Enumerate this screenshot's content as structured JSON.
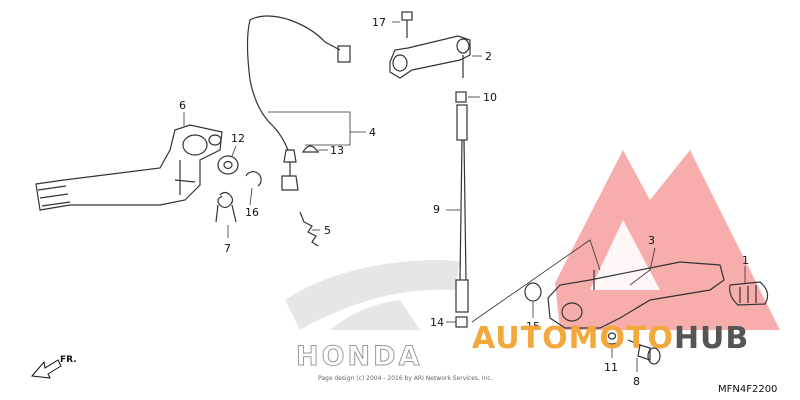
{
  "diagram": {
    "callouts": [
      {
        "id": "c1",
        "text": "1"
      },
      {
        "id": "c2",
        "text": "2"
      },
      {
        "id": "c3",
        "text": "3"
      },
      {
        "id": "c4",
        "text": "4"
      },
      {
        "id": "c5",
        "text": "5"
      },
      {
        "id": "c6",
        "text": "6"
      },
      {
        "id": "c7",
        "text": "7"
      },
      {
        "id": "c8",
        "text": "8"
      },
      {
        "id": "c9",
        "text": "9"
      },
      {
        "id": "c10",
        "text": "10"
      },
      {
        "id": "c11",
        "text": "11"
      },
      {
        "id": "c12",
        "text": "12"
      },
      {
        "id": "c13",
        "text": "13"
      },
      {
        "id": "c14",
        "text": "14"
      },
      {
        "id": "c15",
        "text": "15"
      },
      {
        "id": "c16",
        "text": "16"
      },
      {
        "id": "c17",
        "text": "17"
      }
    ],
    "direction_label": "FR.",
    "diagram_code": "MFN4F2200",
    "copyright": "Page design (c) 2004 - 2016 by ARI Network Services, Inc.",
    "brand_watermark": "HONDA"
  },
  "watermark": {
    "part1": "AUTOMOTO",
    "part2": "HUB",
    "colors": {
      "accent": "#f2a83a",
      "dark": "#555555",
      "triangle": "#ee4b4b"
    }
  }
}
